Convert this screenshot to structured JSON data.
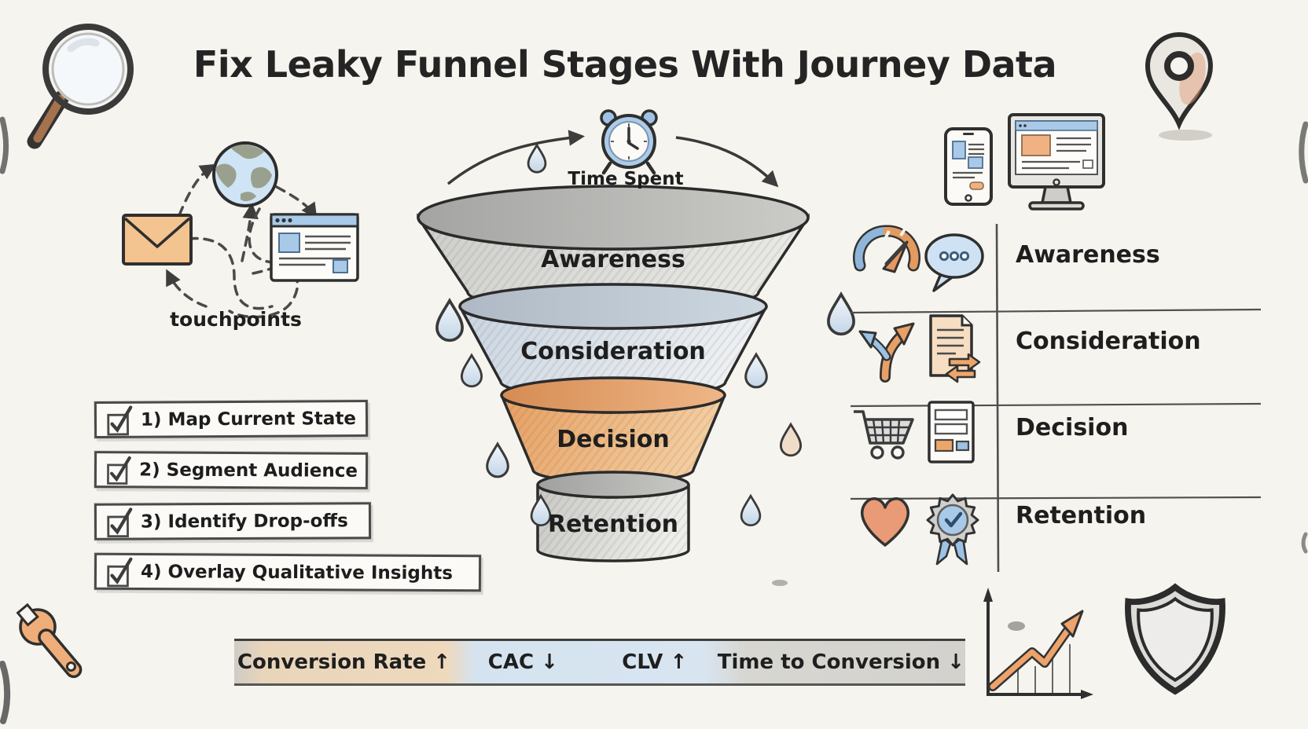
{
  "title": "Fix Leaky Funnel Stages With Journey Data",
  "touchpoints": {
    "label": "touchpoints",
    "icons": [
      "envelope-icon",
      "globe-icon",
      "browser-window-icon"
    ]
  },
  "checklist": {
    "items": [
      {
        "label": "1) Map Current State",
        "checked": true
      },
      {
        "label": "2) Segment Audience",
        "checked": true
      },
      {
        "label": "3) Identify Drop-offs",
        "checked": true
      },
      {
        "label": "4) Overlay Qualitative Insights",
        "checked": true
      }
    ]
  },
  "funnel": {
    "time_label": "Time Spent",
    "stages": [
      {
        "label": "Awareness",
        "color": "#cfcfcc"
      },
      {
        "label": "Consideration",
        "color": "#ccd7e3"
      },
      {
        "label": "Decision",
        "color": "#eca96e"
      },
      {
        "label": "Retention",
        "color": "#d8d8d5"
      }
    ]
  },
  "stage_legend": {
    "rows": [
      {
        "label": "Awareness",
        "icons": [
          "gauge-icon",
          "chat-bubble-icon"
        ]
      },
      {
        "label": "Consideration",
        "icons": [
          "fork-arrows-icon",
          "document-icon"
        ]
      },
      {
        "label": "Decision",
        "icons": [
          "shopping-cart-icon",
          "checkout-form-icon"
        ]
      },
      {
        "label": "Retention",
        "icons": [
          "heart-icon",
          "award-badge-icon"
        ]
      }
    ]
  },
  "metrics": {
    "items": [
      {
        "label": "Conversion Rate",
        "direction": "↑"
      },
      {
        "label": "CAC",
        "direction": "↓"
      },
      {
        "label": "CLV",
        "direction": "↑"
      },
      {
        "label": "Time to Conversion",
        "direction": "↓"
      }
    ]
  },
  "decorations": [
    "magnifier-icon",
    "location-pin-icon",
    "smartphone-icon",
    "monitor-icon",
    "alarm-clock-icon",
    "water-drop-icon",
    "wrench-icon",
    "trend-chart-icon",
    "shield-icon"
  ],
  "colors": {
    "background": "#f6f4ee",
    "ink": "#2e2e2e",
    "accent_orange": "#e9a668",
    "accent_blue": "#a9c9e8",
    "pencil_gray": "#c9c9c9"
  }
}
